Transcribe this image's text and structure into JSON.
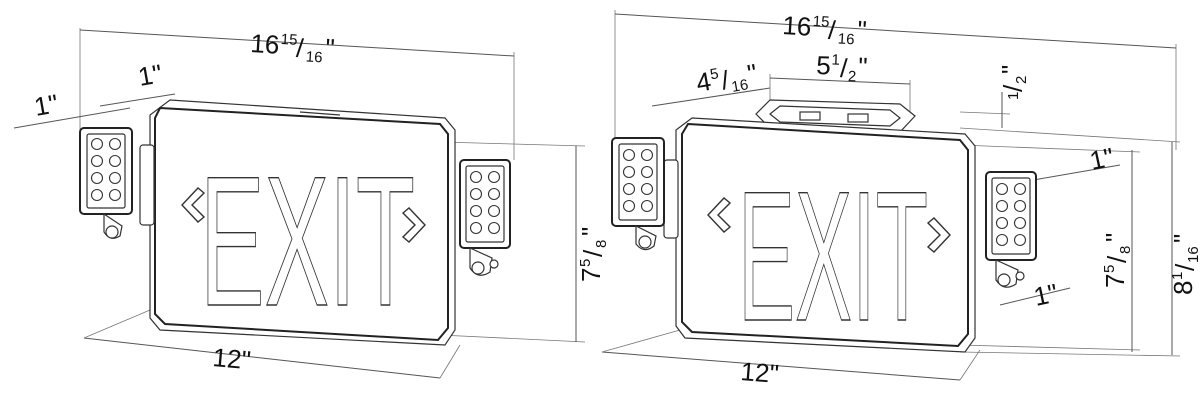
{
  "left_view": {
    "sign_text": "EXIT",
    "dims": {
      "width_top": {
        "whole": "16",
        "num": "15",
        "den": "16",
        "unit": "\""
      },
      "head_offset_a": "1\"",
      "head_offset_b": "1\"",
      "height": {
        "whole": "7",
        "num": "5",
        "den": "8",
        "unit": "\""
      },
      "width_bottom": "12\""
    }
  },
  "right_view": {
    "sign_text": "EXIT",
    "dims": {
      "width_top": {
        "whole": "16",
        "num": "15",
        "den": "16",
        "unit": "\""
      },
      "bracket_offset": {
        "whole": "4",
        "num": "5",
        "den": "16",
        "unit": "\""
      },
      "bracket_width": {
        "whole": "5",
        "num": "1",
        "den": "2",
        "unit": "\""
      },
      "bracket_depth": {
        "num": "1",
        "den": "2",
        "unit": "\""
      },
      "head_offset_top": "1\"",
      "head_offset_bottom": "1\"",
      "height": {
        "whole": "7",
        "num": "5",
        "den": "8",
        "unit": "\""
      },
      "total_height": {
        "whole": "8",
        "num": "1",
        "den": "16",
        "unit": "\""
      },
      "width_bottom": "12\""
    }
  }
}
